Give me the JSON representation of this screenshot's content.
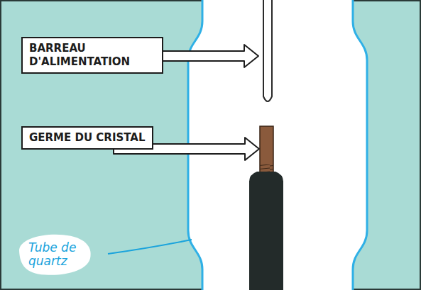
{
  "diagram": {
    "nodes": [
      {
        "text": [
          "BARREAU D'ALIMENTATION"
        ]
      },
      {
        "text": [
          "GERME DU CRISTAL"
        ]
      },
      {
        "text": [
          "Tube de quartz"
        ]
      }
    ]
  }
}
